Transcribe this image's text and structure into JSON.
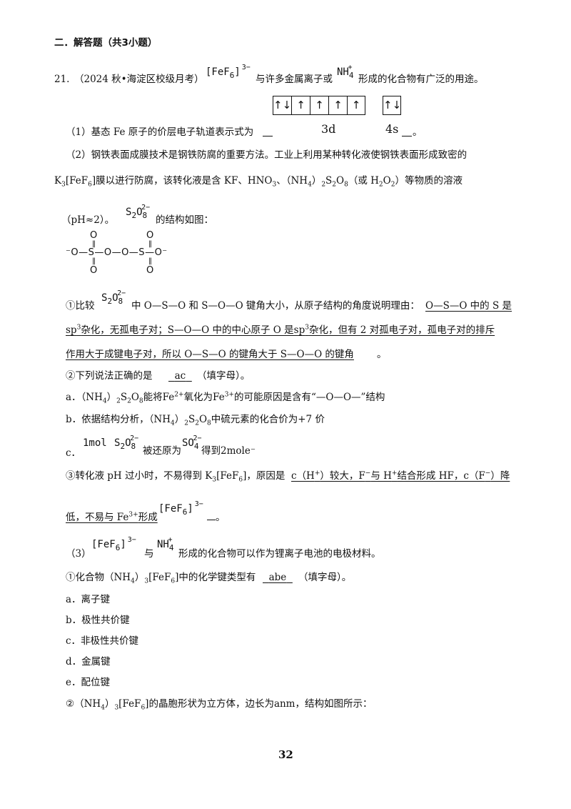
{
  "section_title": "二．解答题（共3小题）",
  "q21": {
    "number": "21.",
    "source": "（2024 秋•海淀区校级月考）",
    "fef6": "[FeF6]3−",
    "mid": "与许多金属离子或",
    "nh4": "NH4+",
    "tail": "形成的化合物有广泛的用途。"
  },
  "orbital": {
    "d_boxes": [
      "↑↓",
      "↑",
      "↑",
      "↑",
      "↑"
    ],
    "s_boxes": [
      "↑↓"
    ],
    "label_3d": "3d",
    "label_4s": "4s"
  },
  "p1": {
    "text": "（1）基态 Fe 原子的价层电子轨道表示式为",
    "end": "。"
  },
  "p2": {
    "line1": "（2）钢铁表面成膜技术是钢铁防腐的重要方法。工业上利用某种转化液使钢铁表面形成致密的",
    "line2": "K3[FeF6]膜以进行防腐，该转化液是含 KF、HNO3、（NH4）2S2O8（或 H2O2）等物质的溶液",
    "line3a": "（pH≈2）。",
    "s2o8": "S2O82−",
    "line3b": "的结构如图："
  },
  "structure": {
    "o_top1": "O",
    "o_top2": "O",
    "chain": "⁻O—S—O—O—S—O⁻",
    "o_bot1": "O",
    "o_bot2": "O"
  },
  "s1": {
    "lead": "①比较",
    "mid": "中 O—S—O 和 S—O—O 键角大小，从原子结构的角度说明理由：",
    "ans1": "O—S—O 中的 S 是",
    "ans2": "sp3杂化，无孤电子对；S—O—O 中的中心原子 O 是sp3杂化，但有 2 对孤电子对，孤电子对的排斥",
    "ans3": "作用大于成键电子对，所以 O—S—O 的键角大于 S—O—O 的键角",
    "end": "。"
  },
  "s2": {
    "lead": "②下列说法正确的是",
    "ans": "ac",
    "tail": "（填字母）。"
  },
  "s2a": "a．（NH4）2S2O8能将Fe2+氧化为Fe3+的可能原因是含有“—O—O—”结构",
  "s2b": "b．依据结构分析，（NH4）2S2O8中硫元素的化合价为+7 价",
  "s2c": {
    "lead": "c．",
    "mol": "1mol",
    "mid": "被还原为",
    "so4": "SO42−",
    "tail": "得到2mole⁻"
  },
  "s3": {
    "lead": "③转化液 pH 过小时，不易得到 K3[FeF6]，原因是",
    "ans1": "c（H⁺）较大，F⁻与 H⁺结合形成 HF，c（F⁻）降",
    "ans2": "低，不易与 Fe3+形成",
    "end": "。"
  },
  "p3": {
    "lead": "（3）",
    "mid": "与",
    "tail": "形成的化合物可以作为锂离子电池的电极材料。"
  },
  "t1": {
    "lead": "①化合物（NH4）3[FeF6]中的化学键类型有",
    "ans": "abe",
    "tail": "（填字母）。"
  },
  "options": [
    "a．离子键",
    "b．极性共价键",
    "c．非极性共价键",
    "d．金属键",
    "e．配位键"
  ],
  "t2": "②（NH4）3[FeF6]的晶胞形状为立方体，边长为anm，结构如图所示：",
  "page_number": "32"
}
